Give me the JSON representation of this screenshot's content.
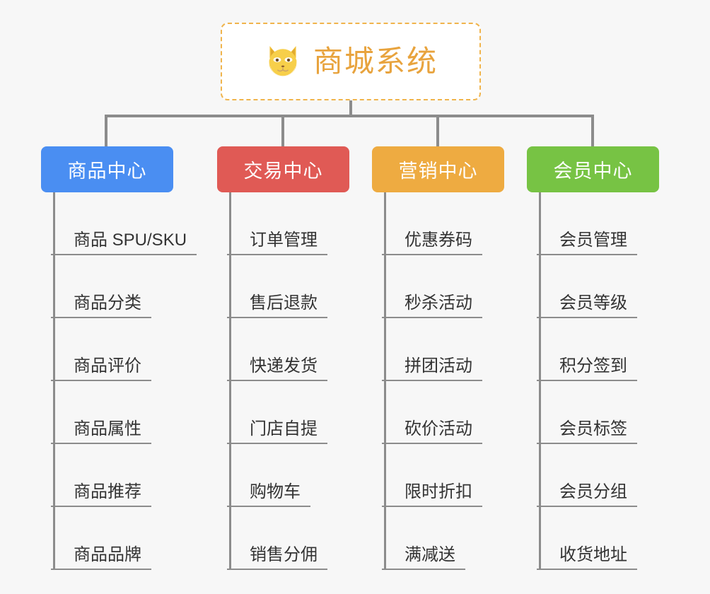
{
  "root": {
    "title": "商城系统",
    "icon": "shiba-dog-emoji",
    "title_color": "#e8a33d",
    "border_color": "#f0b44c",
    "background": "#ffffff"
  },
  "canvas": {
    "background": "#f7f7f7",
    "connector_color": "#8c8c8c"
  },
  "branches": [
    {
      "title": "商品中心",
      "color": "#4a8ef2",
      "items": [
        "商品 SPU/SKU",
        "商品分类",
        "商品评价",
        "商品属性",
        "商品推荐",
        "商品品牌"
      ]
    },
    {
      "title": "交易中心",
      "color": "#e05a55",
      "items": [
        "订单管理",
        "售后退款",
        "快递发货",
        "门店自提",
        "购物车",
        "销售分佣"
      ]
    },
    {
      "title": "营销中心",
      "color": "#eeab41",
      "items": [
        "优惠券码",
        "秒杀活动",
        "拼团活动",
        "砍价活动",
        "限时折扣",
        "满减送"
      ]
    },
    {
      "title": "会员中心",
      "color": "#77c344",
      "items": [
        "会员管理",
        "会员等级",
        "积分签到",
        "会员标签",
        "会员分组",
        "收货地址"
      ]
    }
  ]
}
